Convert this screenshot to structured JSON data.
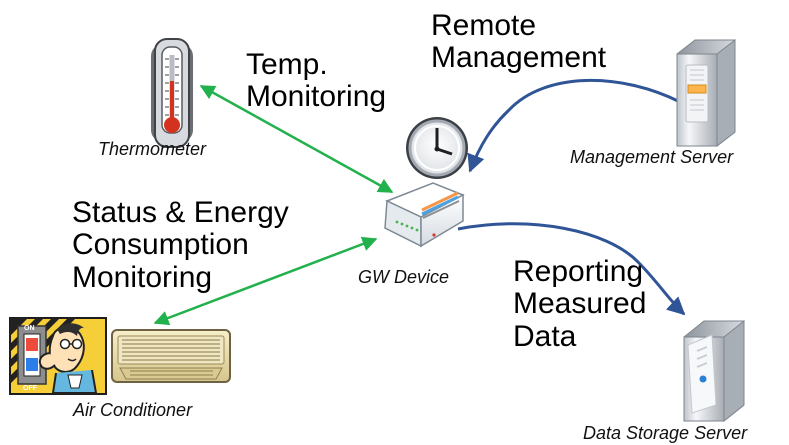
{
  "diagram": {
    "labels": {
      "thermometer": "Thermometer",
      "management_server": "Management Server",
      "gw_device": "GW Device",
      "air_conditioner": "Air Conditioner",
      "data_storage_server": "Data Storage Server",
      "temp_monitoring": "Temp.\nMonitoring",
      "remote_management": "Remote\nManagement",
      "status_energy": "Status & Energy\nConsumption\nMonitoring",
      "reporting": "Reporting\nMeasured\nData"
    },
    "colors": {
      "green_arrow": "#22b14c",
      "blue_arrow": "#2f5597",
      "text": "#000000"
    },
    "icons": {
      "thermometer": "thermometer-icon",
      "management_server": "server-icon",
      "gw_device": "router-clock-icon",
      "air_conditioner": "air-conditioner-icon",
      "data_storage_server": "server-icon",
      "switch_person": "switch-person-icon"
    },
    "switch_text": {
      "on": "ON",
      "off": "OFF"
    }
  }
}
